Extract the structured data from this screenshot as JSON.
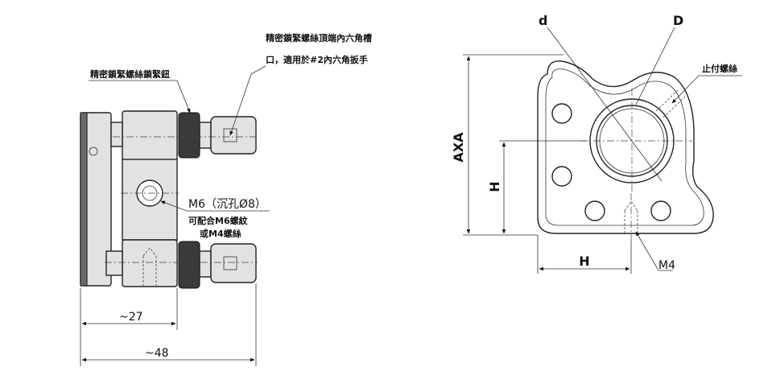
{
  "labels": {
    "lock_knob": "精密鎖緊螺絲鎖緊鈕",
    "hex_slot_line1": "精密鎖緊螺絲頂端內六角槽",
    "hex_slot_line2": "口，適用於#2內六角扳手",
    "m6_hole": "M6（沉孔Ø8）",
    "m6_compat_line1": "可配合M6螺紋",
    "m6_compat_line2": "或M4螺絲",
    "dim_27": "~27",
    "dim_48": "~48",
    "d_small": "d",
    "d_large": "D",
    "set_screw": "止付螺絲",
    "axa": "AXA",
    "h_vertical": "H",
    "h_horizontal": "H",
    "m4": "M4"
  }
}
